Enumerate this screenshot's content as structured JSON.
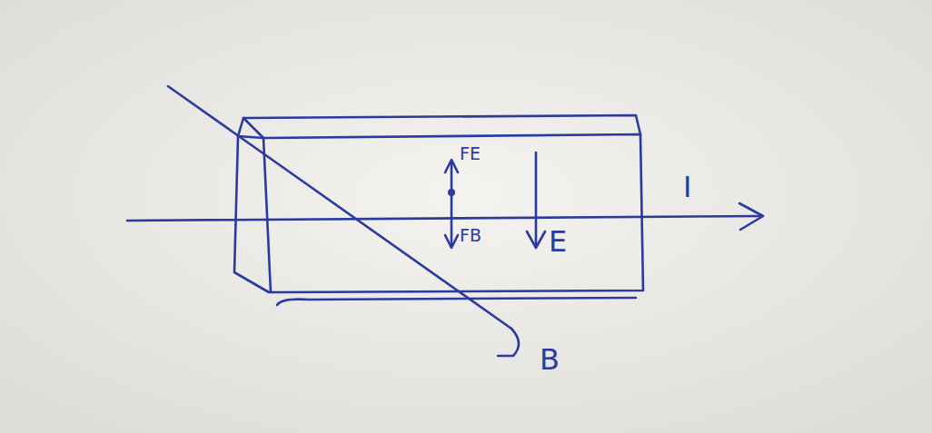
{
  "diagram": {
    "labels": [
      "FE",
      "FB",
      "E",
      "I",
      "B"
    ]
  }
}
